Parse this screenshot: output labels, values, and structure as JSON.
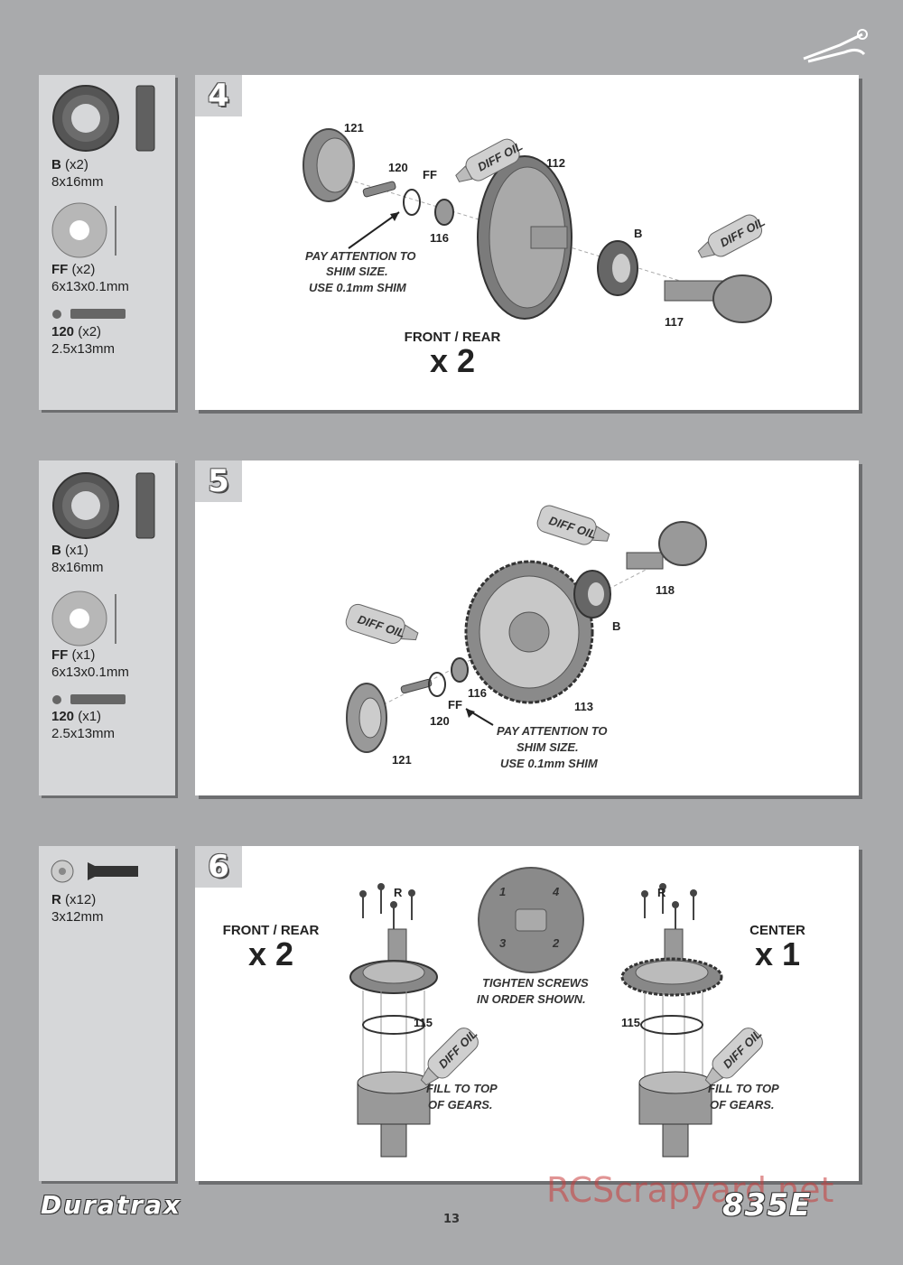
{
  "steps": [
    {
      "number": "4",
      "parts": [
        {
          "code": "B",
          "qty": "(x2)",
          "size": "8x16mm"
        },
        {
          "code": "FF",
          "qty": "(x2)",
          "size": "6x13x0.1mm"
        },
        {
          "code": "120",
          "qty": "(x2)",
          "size": "2.5x13mm"
        }
      ],
      "callouts": [
        "121",
        "120",
        "FF",
        "116",
        "112",
        "B",
        "117"
      ],
      "oil_labels": [
        "DIFF OIL",
        "DIFF OIL"
      ],
      "note": [
        "PAY ATTENTION TO",
        "SHIM SIZE.",
        "USE 0.1mm SHIM"
      ],
      "qty_label": "FRONT / REAR",
      "qty_value": "x 2"
    },
    {
      "number": "5",
      "parts": [
        {
          "code": "B",
          "qty": "(x1)",
          "size": "8x16mm"
        },
        {
          "code": "FF",
          "qty": "(x1)",
          "size": "6x13x0.1mm"
        },
        {
          "code": "120",
          "qty": "(x1)",
          "size": "2.5x13mm"
        }
      ],
      "callouts": [
        "118",
        "B",
        "116",
        "113",
        "FF",
        "120",
        "121"
      ],
      "oil_labels": [
        "DIFF OIL",
        "DIFF OIL"
      ],
      "note": [
        "PAY ATTENTION TO",
        "SHIM SIZE.",
        "USE 0.1mm SHIM"
      ]
    },
    {
      "number": "6",
      "parts": [
        {
          "code": "R",
          "qty": "(x12)",
          "size": "3x12mm"
        }
      ],
      "left": {
        "qty_label": "FRONT / REAR",
        "qty_value": "x 2",
        "screw": "R",
        "oring": "115",
        "oil": "DIFF OIL",
        "fill_note": [
          "FILL TO TOP",
          "OF GEARS."
        ]
      },
      "center_gear": {
        "order": [
          "1",
          "4",
          "3",
          "2"
        ],
        "note": [
          "TIGHTEN SCREWS",
          "IN ORDER SHOWN."
        ]
      },
      "right": {
        "qty_label": "CENTER",
        "qty_value": "x 1",
        "screw": "R",
        "oring": "115",
        "oil": "DIFF OIL",
        "fill_note": [
          "FILL TO TOP",
          "OF GEARS."
        ]
      }
    }
  ],
  "footer": {
    "brand": "Duratrax",
    "page": "13",
    "model": "835E",
    "watermark": "RCScrapyard.net"
  }
}
